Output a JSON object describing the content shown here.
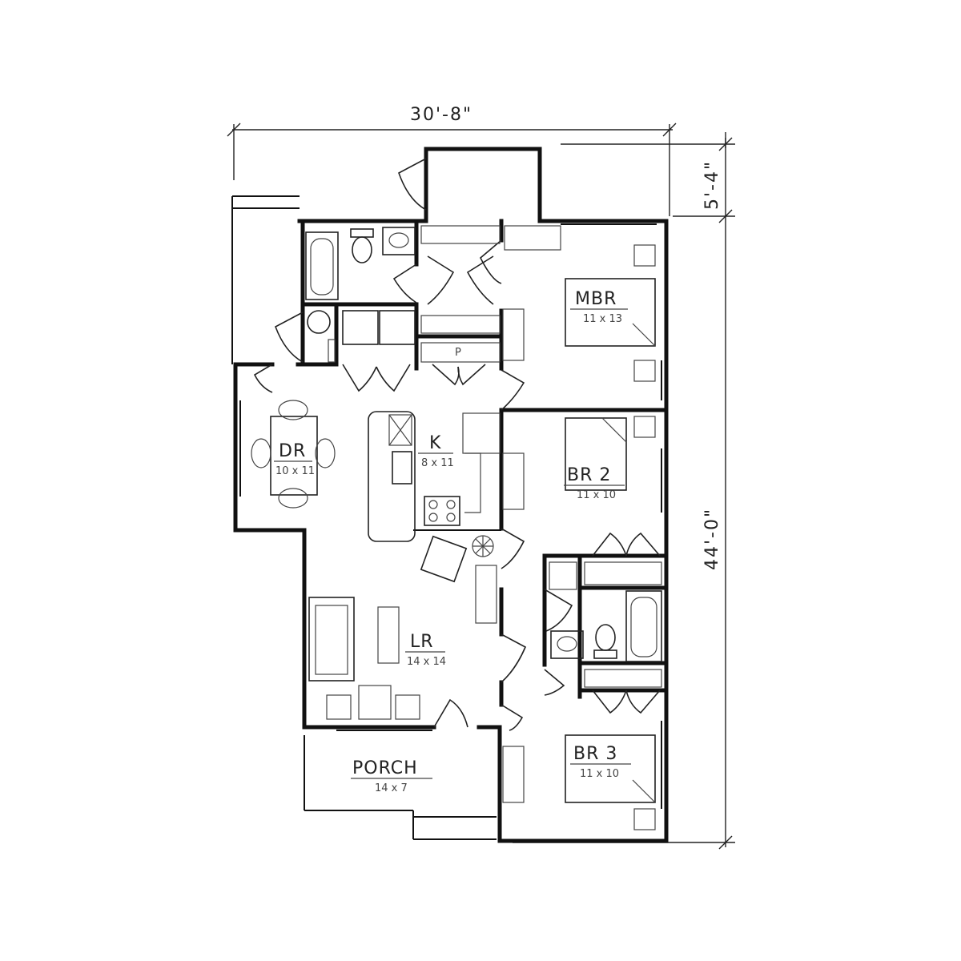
{
  "dimensions": {
    "width": "30'-8\"",
    "rear_bump": "5'-4\"",
    "depth": "44'-0\""
  },
  "rooms": {
    "mbr": {
      "name": "MBR",
      "size": "11 x 13"
    },
    "br2": {
      "name": "BR 2",
      "size": "11 x 10"
    },
    "br3": {
      "name": "BR 3",
      "size": "11 x 10"
    },
    "kitchen": {
      "name": "K",
      "size": "8 x 11"
    },
    "dining": {
      "name": "DR",
      "size": "10 x 11"
    },
    "living": {
      "name": "LR",
      "size": "14 x 14"
    },
    "porch": {
      "name": "PORCH",
      "size": "14 x 7"
    },
    "pantry": {
      "name": "P"
    }
  }
}
